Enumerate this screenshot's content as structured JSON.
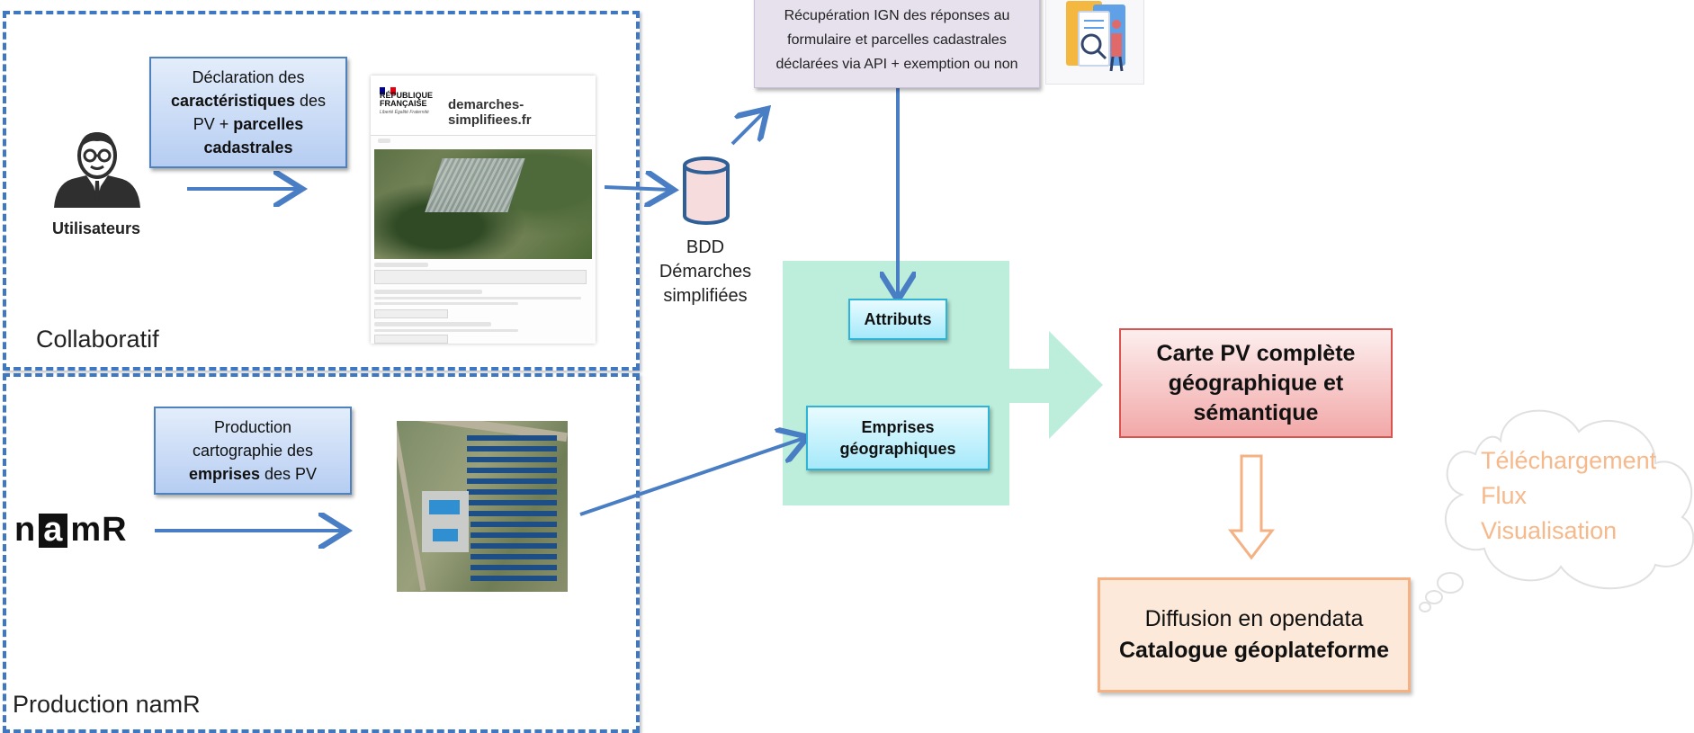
{
  "sections": {
    "collaboratif_label": "Collaboratif",
    "production_label": "Production namR"
  },
  "users": {
    "label": "Utilisateurs"
  },
  "declaration_box": {
    "line1": "Déclaration des",
    "bold1": "caractéristiques",
    "line2_suffix": " des",
    "line3_prefix": "PV + ",
    "bold2": "parcelles",
    "bold3": "cadastrales"
  },
  "screenshot": {
    "republique": "RÉPUBLIQUE FRANÇAISE",
    "motto": "Liberté Égalité Fraternité",
    "site": "demarches-simplifiees.fr"
  },
  "bdd": {
    "line1": "BDD",
    "line2": "Démarches",
    "line3": "simplifiées"
  },
  "ign_box": {
    "text": "Récupération IGN des réponses au formulaire et parcelles cadastrales déclarées via API + exemption ou non"
  },
  "attributs": {
    "label": "Attributs"
  },
  "emprises": {
    "line1": "Emprises",
    "line2": "géographiques"
  },
  "carte_pv": {
    "line1": "Carte PV complète",
    "line2": "géographique et",
    "line3": "sémantique"
  },
  "diffusion": {
    "line1": "Diffusion en opendata",
    "line2": "Catalogue géoplateforme"
  },
  "cloud": {
    "line1": "Téléchargement",
    "line2": "Flux",
    "line3": "Visualisation"
  },
  "production_box": {
    "line1": "Production",
    "line2": "cartographie des",
    "bold": "emprises",
    "line3_suffix": " des PV"
  },
  "namr": {
    "part1": "n",
    "part2": "a",
    "part3": "mR"
  },
  "colors": {
    "dashed_border": "#3e78c2",
    "arrow": "#4a7ec4",
    "green_panel": "#bdeedb",
    "red_box": "#f2a8a8",
    "orange_box": "#fde9d9",
    "cloud_text": "#f6b98b"
  }
}
